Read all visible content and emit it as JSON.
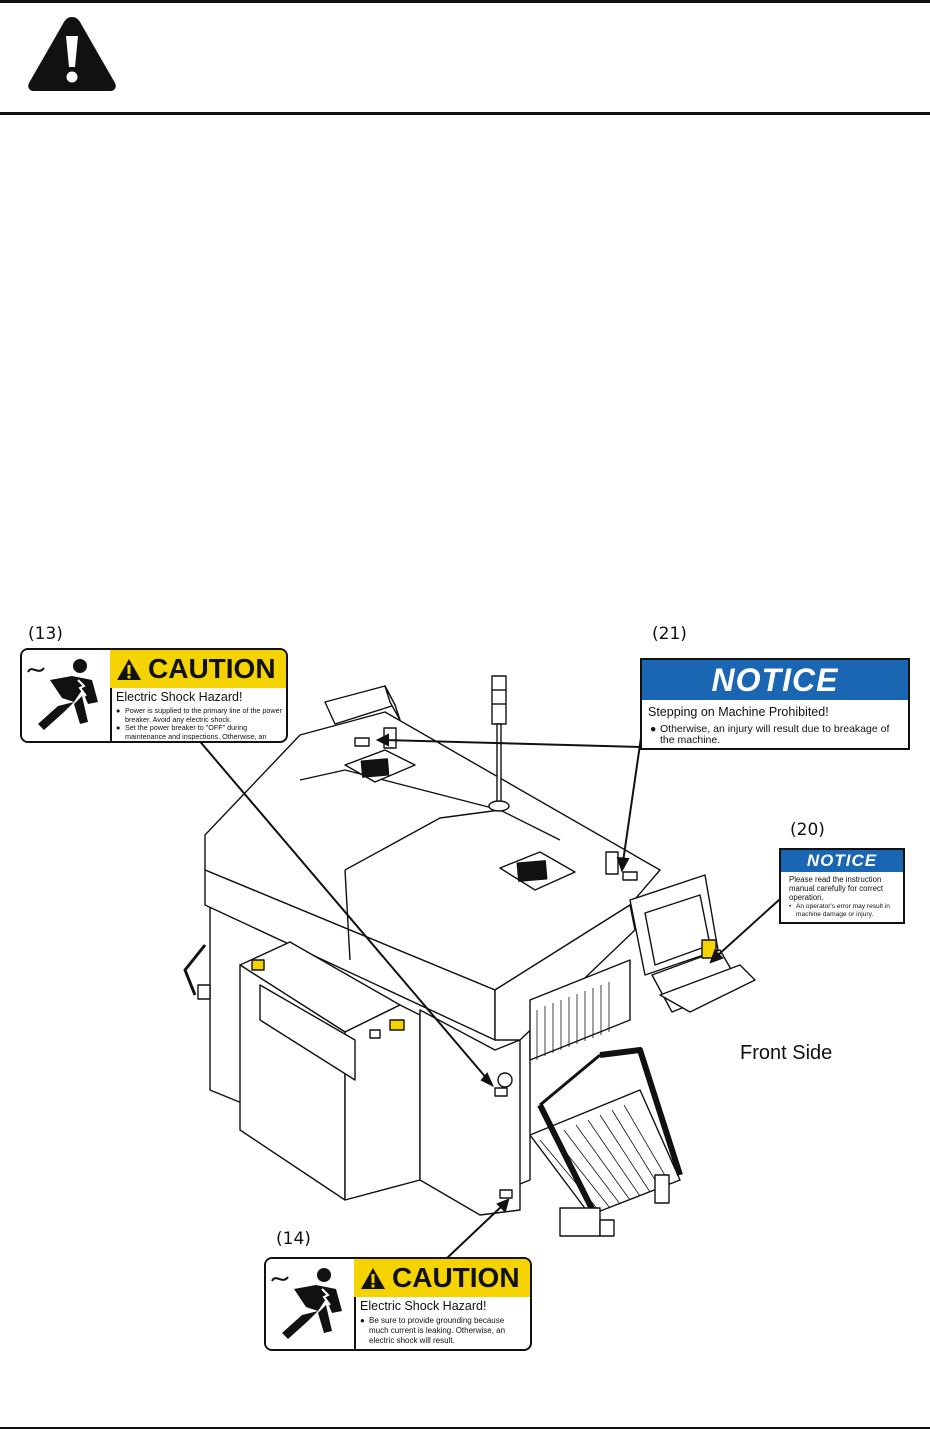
{
  "header": {
    "warning_icon": "warning-triangle-icon"
  },
  "callouts": {
    "c13": "(13)",
    "c21": "(21)",
    "c20": "(20)",
    "c14": "(14)"
  },
  "label13": {
    "icon": "electric-shock-icon",
    "heading": "CAUTION",
    "subtitle": "Electric Shock Hazard!",
    "bullets": [
      "Power is supplied to the primary line of the power breaker. Avoid any electric shock.",
      "Set the power breaker to \"OFF\" during maintenance and inspections. Otherwise, an electric shock will result."
    ]
  },
  "label21": {
    "heading": "NOTICE",
    "subtitle": "Stepping on Machine Prohibited!",
    "bullet": "Otherwise, an injury will result due to breakage of the machine."
  },
  "label20": {
    "heading": "NOTICE",
    "text": "Please read the instruction manual carefully for correct operation.",
    "bullet": "An operator's error may result in machine damage or injury."
  },
  "label14": {
    "icon": "electric-shock-icon",
    "heading": "CAUTION",
    "subtitle": "Electric Shock Hazard!",
    "bullets": [
      "Be sure to provide grounding because much current is leaking. Otherwise, an electric shock will result."
    ]
  },
  "diagram": {
    "front_side_label": "Front Side"
  },
  "colors": {
    "caution_yellow": "#f5d300",
    "notice_blue": "#1a66b3"
  }
}
